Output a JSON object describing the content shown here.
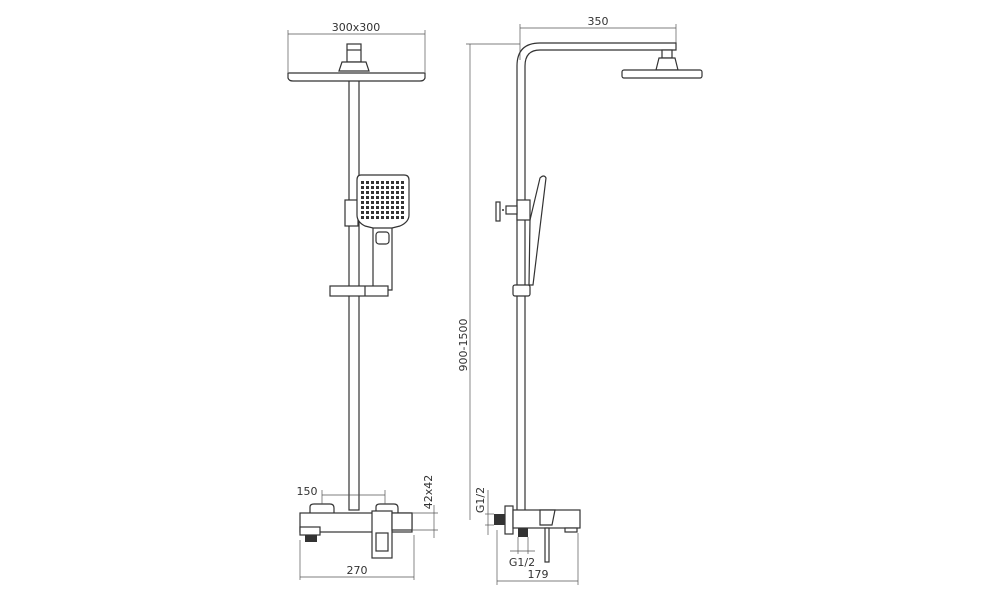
{
  "front_view": {
    "dim_head": "300x300",
    "dim_inlet_spacing": "150",
    "dim_mixer_section": "42x42",
    "dim_mixer_width": "270"
  },
  "side_view": {
    "dim_arm_length": "350",
    "dim_height": "900-1500",
    "dim_inlet_thread": "G1/2",
    "dim_outlet_thread": "G1/2",
    "dim_mixer_depth": "179"
  }
}
